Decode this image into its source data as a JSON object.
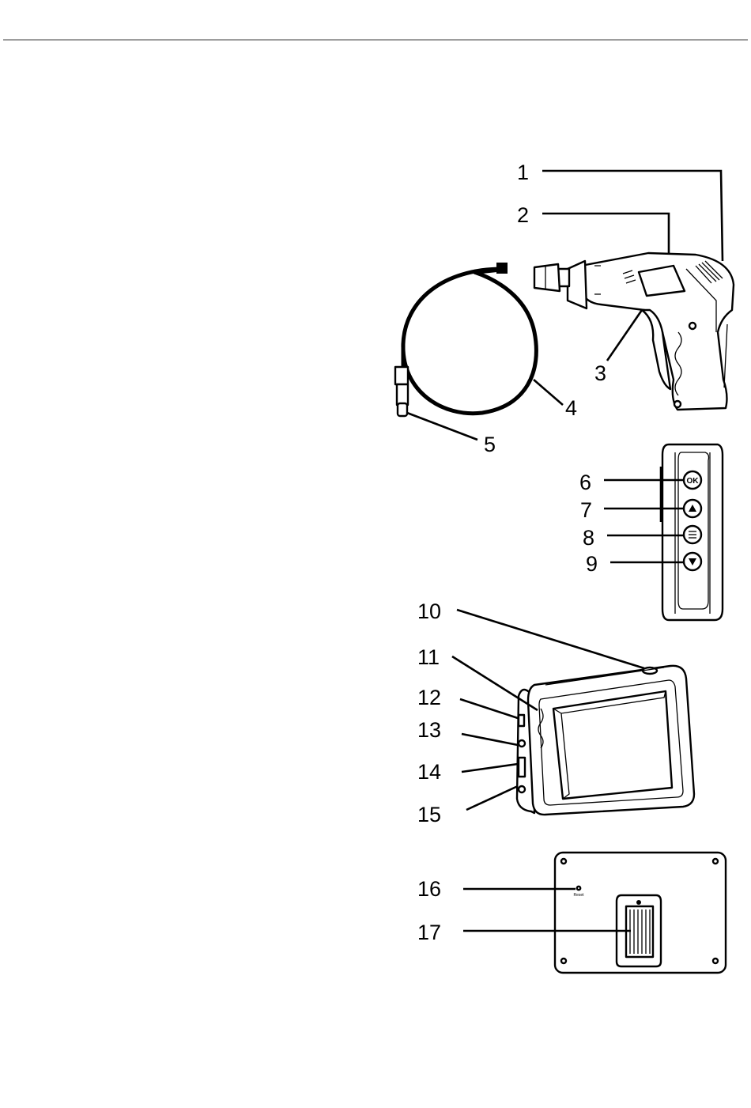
{
  "callouts": [
    "1",
    "2",
    "3",
    "4",
    "5",
    "6",
    "7",
    "8",
    "9",
    "10",
    "11",
    "12",
    "13",
    "14",
    "15",
    "16",
    "17"
  ],
  "buttons": {
    "ok": "OK"
  },
  "back_panel": {
    "reset_label": "Reset"
  }
}
